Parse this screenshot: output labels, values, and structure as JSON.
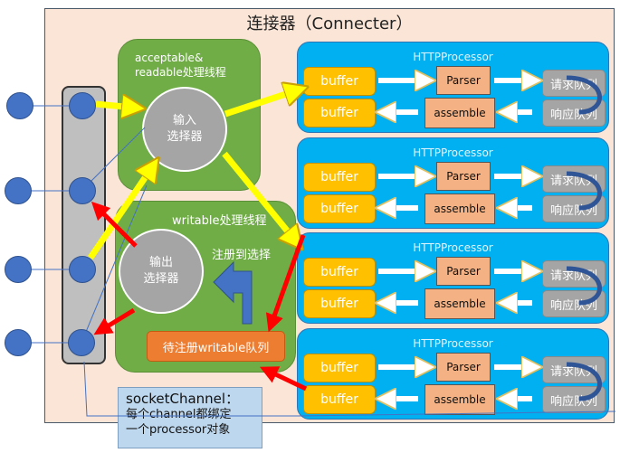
{
  "title": "连接器（Connecter）",
  "read_thread": {
    "label_line1": "acceptable&",
    "label_line2": "readable处理线程",
    "selector_line1": "输入",
    "selector_line2": "选择器"
  },
  "write_thread": {
    "label": "writable处理线程",
    "register_label": "注册到选择",
    "selector_line1": "输出",
    "selector_line2": "选择器",
    "pending_queue": "待注册writable队列"
  },
  "processors": [
    {
      "title": "HTTPProcessor",
      "in_buffer": "buffer",
      "out_buffer": "buffer",
      "parser": "Parser",
      "assemble": "assemble",
      "request_queue": "请求队列",
      "response_queue": "响应队列"
    },
    {
      "title": "HTTPProcessor",
      "in_buffer": "buffer",
      "out_buffer": "buffer",
      "parser": "Parser",
      "assemble": "assemble",
      "request_queue": "请求队列",
      "response_queue": "响应队列"
    },
    {
      "title": "HTTPProcessor",
      "in_buffer": "buffer",
      "out_buffer": "buffer",
      "parser": "Parser",
      "assemble": "assemble",
      "request_queue": "请求队列",
      "response_queue": "响应队列"
    },
    {
      "title": "HTTPProcessor",
      "in_buffer": "buffer",
      "out_buffer": "buffer",
      "parser": "Parser",
      "assemble": "assemble",
      "request_queue": "请求队列",
      "response_queue": "响应队列"
    }
  ],
  "note": {
    "line1": "socketChannel：",
    "line2": "每个channel都绑定",
    "line3": "一个processor对象"
  },
  "colors": {
    "read_flow": "#ffff00",
    "write_flow": "#ff0000",
    "processor": "#00b0f0",
    "thread": "#70ad47"
  }
}
